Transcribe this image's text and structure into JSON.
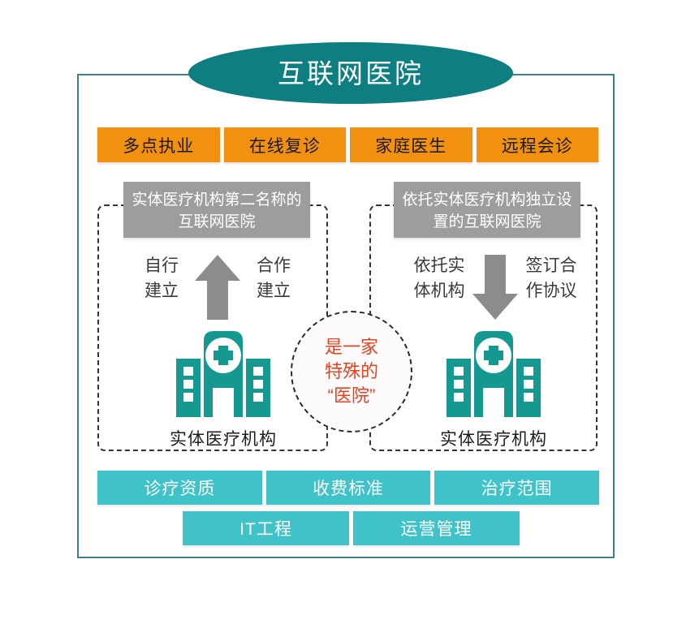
{
  "title": {
    "text": "互联网医院"
  },
  "service_row": {
    "items": [
      {
        "label": "多点执业"
      },
      {
        "label": "在线复诊"
      },
      {
        "label": "家庭医生"
      },
      {
        "label": "远程会诊"
      }
    ]
  },
  "branches": {
    "left": {
      "header": "实体医疗机构第二名称的互联网医院",
      "arrow_label_left": "自行\n建立",
      "arrow_label_right": "合作\n建立",
      "arrow_direction": "up",
      "entity_label": "实体医疗机构",
      "entity_icon": "hospital-icon"
    },
    "right": {
      "header": "依托实体医疗机构独立设置的互联网医院",
      "arrow_label_left": "依托实\n体机构",
      "arrow_label_right": "签订合\n作协议",
      "arrow_direction": "down",
      "entity_label": "实体医疗机构",
      "entity_icon": "hospital-icon"
    }
  },
  "center_note": {
    "text": "是一家\n特殊的\n“医院”"
  },
  "requirements_row_1": {
    "items": [
      {
        "label": "诊疗资质"
      },
      {
        "label": "收费标准"
      },
      {
        "label": "治疗范围"
      }
    ]
  },
  "requirements_row_2": {
    "items": [
      {
        "label": "IT工程"
      },
      {
        "label": "运营管理"
      }
    ]
  },
  "colors": {
    "title_teal": "#0F7E80",
    "orange": "#F29010",
    "gray": "#9D9D9D",
    "light_teal": "#3FC3C9",
    "accent_red": "#E8411F",
    "frame_border": "#3F7F86",
    "arrow_gray": "#8C8C8C",
    "hospital_teal": "#15988F"
  }
}
